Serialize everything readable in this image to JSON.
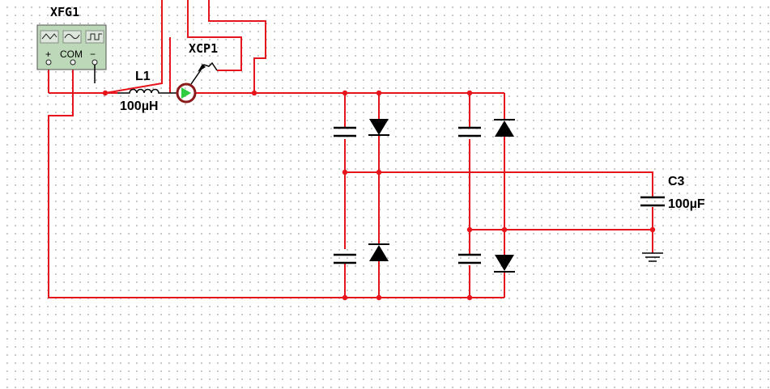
{
  "components": {
    "function_generator": {
      "ref": "XFG1",
      "pins": {
        "plus": "+",
        "com": "COM",
        "minus": "−"
      }
    },
    "inductor": {
      "ref": "L1",
      "value": "100µH"
    },
    "current_probe": {
      "ref": "XCP1"
    },
    "capacitor_out": {
      "ref": "C3",
      "value": "100µF"
    }
  },
  "colors": {
    "wire": "#e8141c",
    "junction": "#e8141c",
    "symbol": "#000000",
    "probe_ring": "#8b1a1a",
    "probe_arrow": "#2ecc40",
    "instrument_body": "#bcd8b8"
  }
}
